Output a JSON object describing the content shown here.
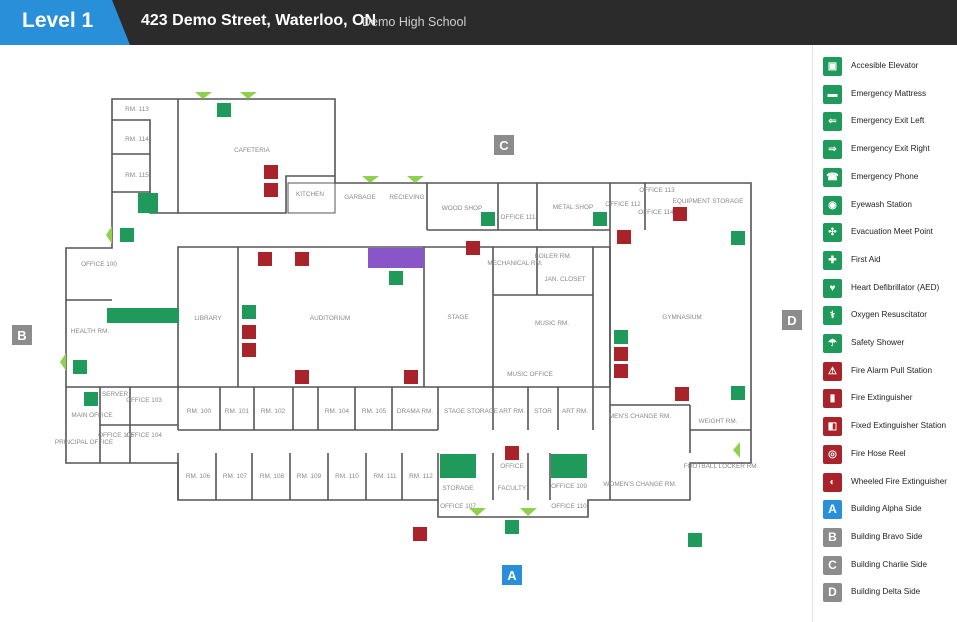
{
  "header": {
    "level": "Level 1",
    "address": "423 Demo Street, Waterloo, ON",
    "school": "Demo High School"
  },
  "colors": {
    "header_bg": "#2b2b2b",
    "level_tab": "#2a8fd9",
    "safety_green": "#1f9a5a",
    "fire_red": "#a8232a",
    "side_blue": "#2a8fd9",
    "side_gray": "#8c8c8c",
    "elevator_purple": "#8a55c9",
    "exit_arrow_green": "#8fd14f"
  },
  "rooms": {
    "rm113": "RM. 113",
    "rm114": "RM. 114",
    "rm115": "RM. 115",
    "cafeteria": "CAFETERIA",
    "kitchen": "KITCHEN",
    "garbage": "GARBAGE",
    "receiving": "RECIEVING",
    "wood_shop": "WOOD SHOP",
    "office111": "OFFICE 111",
    "metal_shop": "METAL SHOP",
    "office112": "OFFICE 112",
    "office114": "OFFICE 114",
    "office113": "OFFICE 113",
    "equipment_storage": "EQUIPMENT STORAGE",
    "office100": "OFFICE 100",
    "health_rm": "HEALTH RM.",
    "library": "LIBRARY",
    "auditorium": "AUDITORIUM",
    "stage": "STAGE",
    "mechanical_rm": "MECHANICAL RM.",
    "boiler_rm": "BOILER RM.",
    "jan_closet": "JAN. CLOSET",
    "music_rm": "MUSIC RM.",
    "music_office": "MUSIC OFFICE",
    "gymnasium": "GYMNASIUM",
    "main_office": "MAIN OFFICE",
    "office103": "OFFICE 103",
    "office104": "OFFICE 104",
    "principal_office": "PRINCIPAL OFFICE",
    "office105": "OFFICE 105",
    "server": "SERVER",
    "rm100": "RM. 100",
    "rm101": "RM. 101",
    "rm102": "RM. 102",
    "rm104": "RM. 104",
    "rm105": "RM. 105",
    "drama_rm": "DRAMA RM.",
    "stage_storage": "STAGE STORAGE",
    "art_rm1": "ART RM.",
    "stor": "STOR",
    "art_rm2": "ART RM.",
    "mens_change": "MEN'S CHANGE RM.",
    "weight_rm": "WEIGHT RM.",
    "rm106": "RM. 106",
    "rm107": "RM. 107",
    "rm108": "RM. 108",
    "rm109": "RM. 109",
    "rm110": "RM. 110",
    "rm111": "RM. 111",
    "rm112": "RM. 112",
    "storage": "STORAGE",
    "office_a": "OFFICE",
    "faculty": "FACULTY",
    "office109": "OFFICE 109",
    "office107": "OFFICE 107",
    "office110": "OFFICE 110",
    "womens_change": "WOMEN'S CHANGE RM.",
    "football_locker": "FOOTBALL LOCKER RM."
  },
  "sides": {
    "a": "A",
    "b": "B",
    "c": "C",
    "d": "D"
  },
  "legend": [
    {
      "label": "Accesible Elevator",
      "icon": "elevator-icon",
      "glyph": "▣",
      "color": "green"
    },
    {
      "label": "Emergency Mattress",
      "icon": "mattress-icon",
      "glyph": "▬",
      "color": "green"
    },
    {
      "label": "Emergency Exit Left",
      "icon": "exit-left-icon",
      "glyph": "⇐",
      "color": "green"
    },
    {
      "label": "Emergency Exit Right",
      "icon": "exit-right-icon",
      "glyph": "⇒",
      "color": "green"
    },
    {
      "label": "Emergency Phone",
      "icon": "phone-icon",
      "glyph": "☎",
      "color": "green"
    },
    {
      "label": "Eyewash Station",
      "icon": "eyewash-icon",
      "glyph": "◉",
      "color": "green"
    },
    {
      "label": "Evacuation Meet Point",
      "icon": "meet-point-icon",
      "glyph": "✣",
      "color": "green"
    },
    {
      "label": "First Aid",
      "icon": "first-aid-icon",
      "glyph": "✚",
      "color": "green"
    },
    {
      "label": "Heart Defibrillator (AED)",
      "icon": "aed-icon",
      "glyph": "♥",
      "color": "green"
    },
    {
      "label": "Oxygen Resuscitator",
      "icon": "oxygen-icon",
      "glyph": "⚕",
      "color": "green"
    },
    {
      "label": "Safety Shower",
      "icon": "shower-icon",
      "glyph": "☂",
      "color": "green"
    },
    {
      "label": "Fire Alarm Pull Station",
      "icon": "fire-alarm-icon",
      "glyph": "⚠",
      "color": "red"
    },
    {
      "label": "Fire Extinguisher",
      "icon": "extinguisher-icon",
      "glyph": "▮",
      "color": "red"
    },
    {
      "label": "Fixed Extinguisher Station",
      "icon": "fixed-extinguisher-icon",
      "glyph": "◧",
      "color": "red"
    },
    {
      "label": "Fire Hose Reel",
      "icon": "hose-reel-icon",
      "glyph": "◎",
      "color": "red"
    },
    {
      "label": "Wheeled Fire Extinguisher",
      "icon": "wheeled-extinguisher-icon",
      "glyph": "◐",
      "color": "red"
    },
    {
      "label": "Building Alpha Side",
      "icon": "side-a-icon",
      "glyph": "A",
      "color": "blue"
    },
    {
      "label": "Building Bravo Side",
      "icon": "side-b-icon",
      "glyph": "B",
      "color": "gray"
    },
    {
      "label": "Building Charlie Side",
      "icon": "side-c-icon",
      "glyph": "C",
      "color": "gray"
    },
    {
      "label": "Building Delta Side",
      "icon": "side-d-icon",
      "glyph": "D",
      "color": "gray"
    }
  ]
}
